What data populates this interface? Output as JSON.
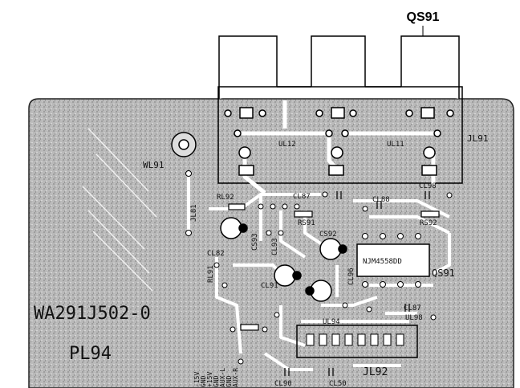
{
  "title": "QS91",
  "board": {
    "part_number": "WA291J502-0",
    "board_name": "PL94"
  },
  "labels": {
    "jl91": "JL91",
    "jl92": "JL92",
    "ul12": "UL12",
    "ul11": "UL11",
    "ul94": "UL94",
    "ul98": "UL98",
    "wl91": "WL91",
    "jl81": "JL81",
    "rl92": "RL92",
    "cl87": "CL87",
    "rs91": "RS91",
    "cl88": "CL88",
    "cl98": "CL98",
    "rs92": "RS92",
    "cs92": "CS92",
    "cs93": "CS93",
    "cl82": "CL82",
    "ic": "NJM4558DD",
    "qs91_ic": "QS91",
    "cl91": "CL91",
    "cl87b": "CL87",
    "cl90": "CL90",
    "cl50": "CL50",
    "rl91": "RL91",
    "cl93": "CL93",
    "cl96": "CL96",
    "pin_1": "-15V",
    "pin_2": "GND",
    "pin_3": "+15V",
    "pin_4": "GND",
    "pin_5": "AUX-L",
    "pin_6": "GND",
    "pin_7": "AUX-R"
  }
}
